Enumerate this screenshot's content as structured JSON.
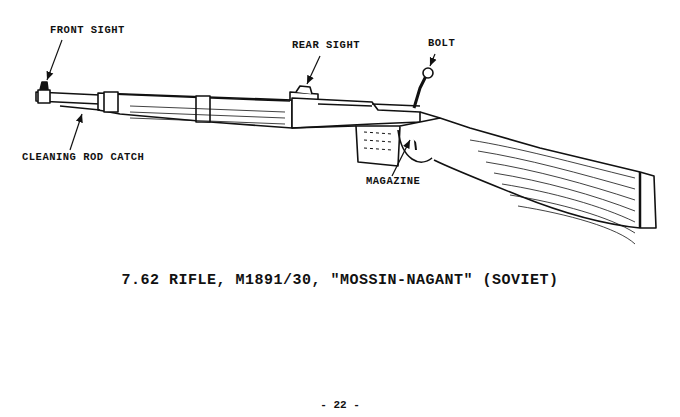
{
  "diagram": {
    "caption": "7.62 RIFLE, M1891/30, \"MOSSIN-NAGANT\" (SOVIET)",
    "labels": [
      "FRONT SIGHT",
      "REAR SIGHT",
      "BOLT",
      "CLEANING ROD CATCH",
      "MAGAZINE",
      "- 22 -"
    ]
  }
}
